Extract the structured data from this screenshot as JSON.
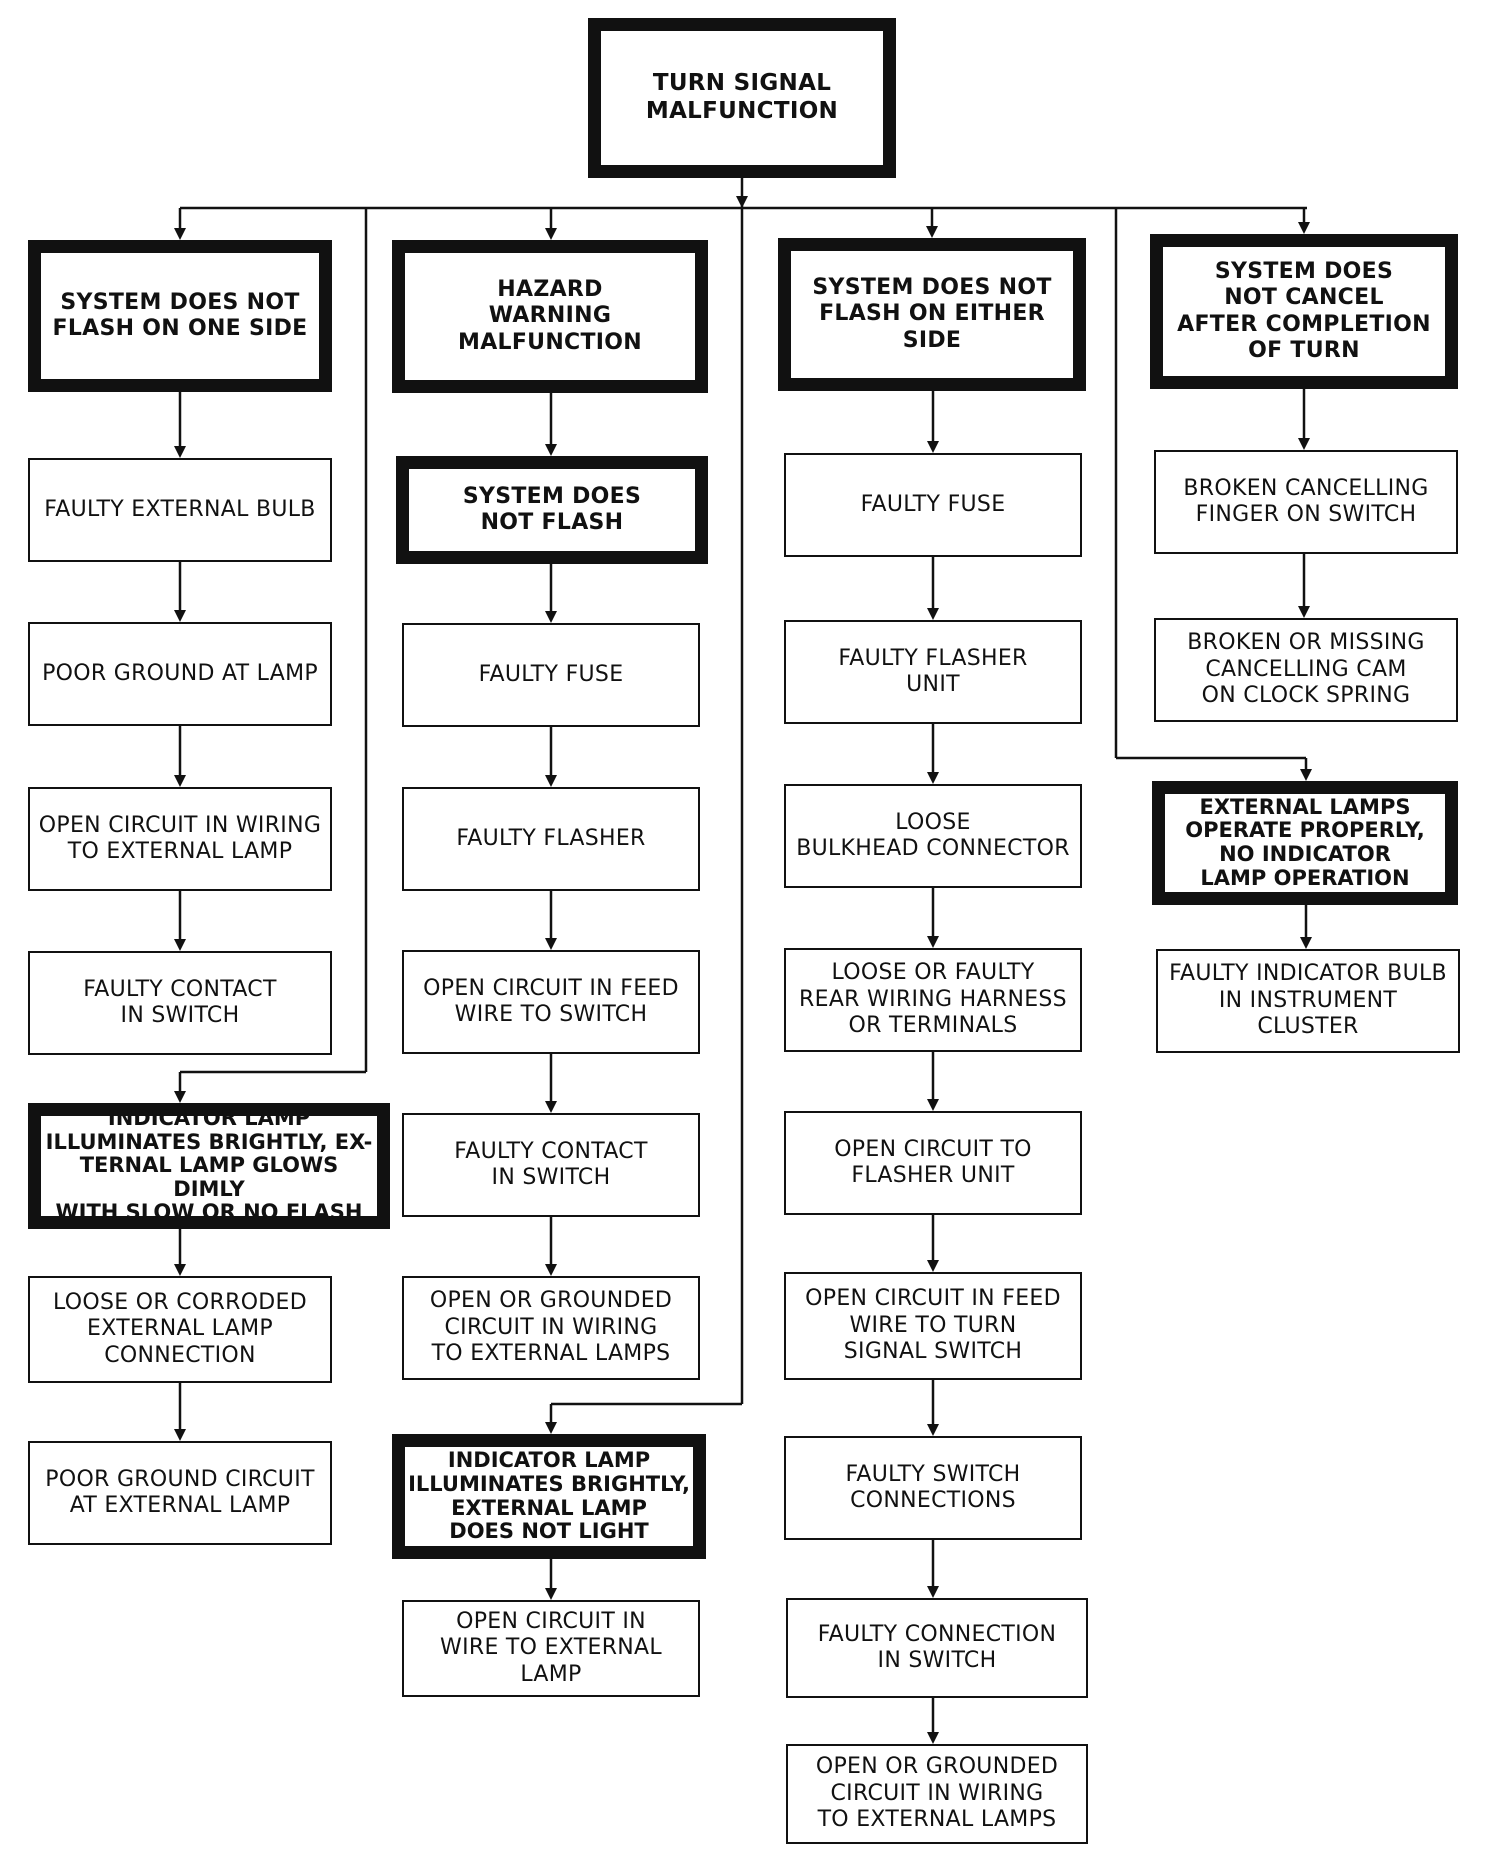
{
  "colors": {
    "ink": "#111111",
    "paper": "#ffffff"
  },
  "flowchart": {
    "root": {
      "label": "TURN SIGNAL\nMALFUNCTION"
    },
    "columns": [
      {
        "header": "SYSTEM DOES NOT\nFLASH ON ONE SIDE",
        "steps": [
          "FAULTY EXTERNAL BULB",
          "POOR GROUND AT LAMP",
          "OPEN CIRCUIT IN WIRING\nTO EXTERNAL LAMP",
          "FAULTY CONTACT\nIN SWITCH"
        ],
        "sub_header": "INDICATOR LAMP\nILLUMINATES BRIGHTLY, EX-\nTERNAL LAMP GLOWS DIMLY\nWITH SLOW OR NO FLASH",
        "sub_steps": [
          "LOOSE OR CORRODED\nEXTERNAL LAMP\nCONNECTION",
          "POOR GROUND CIRCUIT\nAT EXTERNAL LAMP"
        ]
      },
      {
        "header": "HAZARD\nWARNING\nMALFUNCTION",
        "mid_header": "SYSTEM DOES\nNOT FLASH",
        "steps": [
          "FAULTY FUSE",
          "FAULTY FLASHER",
          "OPEN CIRCUIT IN FEED\nWIRE TO SWITCH",
          "FAULTY CONTACT\nIN SWITCH",
          "OPEN OR GROUNDED\nCIRCUIT IN WIRING\nTO EXTERNAL LAMPS"
        ],
        "sub_header": "INDICATOR LAMP\nILLUMINATES BRIGHTLY,\nEXTERNAL LAMP\nDOES NOT LIGHT",
        "sub_steps": [
          "OPEN CIRCUIT IN\nWIRE TO EXTERNAL LAMP"
        ]
      },
      {
        "header": "SYSTEM DOES NOT\nFLASH ON EITHER SIDE",
        "steps": [
          "FAULTY FUSE",
          "FAULTY FLASHER\nUNIT",
          "LOOSE\nBULKHEAD CONNECTOR",
          "LOOSE OR FAULTY\nREAR WIRING HARNESS\nOR TERMINALS",
          "OPEN CIRCUIT TO\nFLASHER UNIT",
          "OPEN CIRCUIT IN FEED\nWIRE TO TURN\nSIGNAL SWITCH",
          "FAULTY SWITCH\nCONNECTIONS",
          "FAULTY CONNECTION\nIN SWITCH",
          "OPEN OR GROUNDED\nCIRCUIT IN WIRING\nTO EXTERNAL LAMPS"
        ]
      },
      {
        "header": "SYSTEM DOES\nNOT CANCEL\nAFTER COMPLETION\nOF TURN",
        "steps": [
          "BROKEN CANCELLING\nFINGER ON SWITCH",
          "BROKEN OR MISSING\nCANCELLING CAM\nON CLOCK SPRING"
        ],
        "sub_header": "EXTERNAL LAMPS\nOPERATE PROPERLY,\nNO INDICATOR\nLAMP OPERATION",
        "sub_steps": [
          "FAULTY INDICATOR BULB\nIN INSTRUMENT CLUSTER"
        ]
      }
    ]
  }
}
